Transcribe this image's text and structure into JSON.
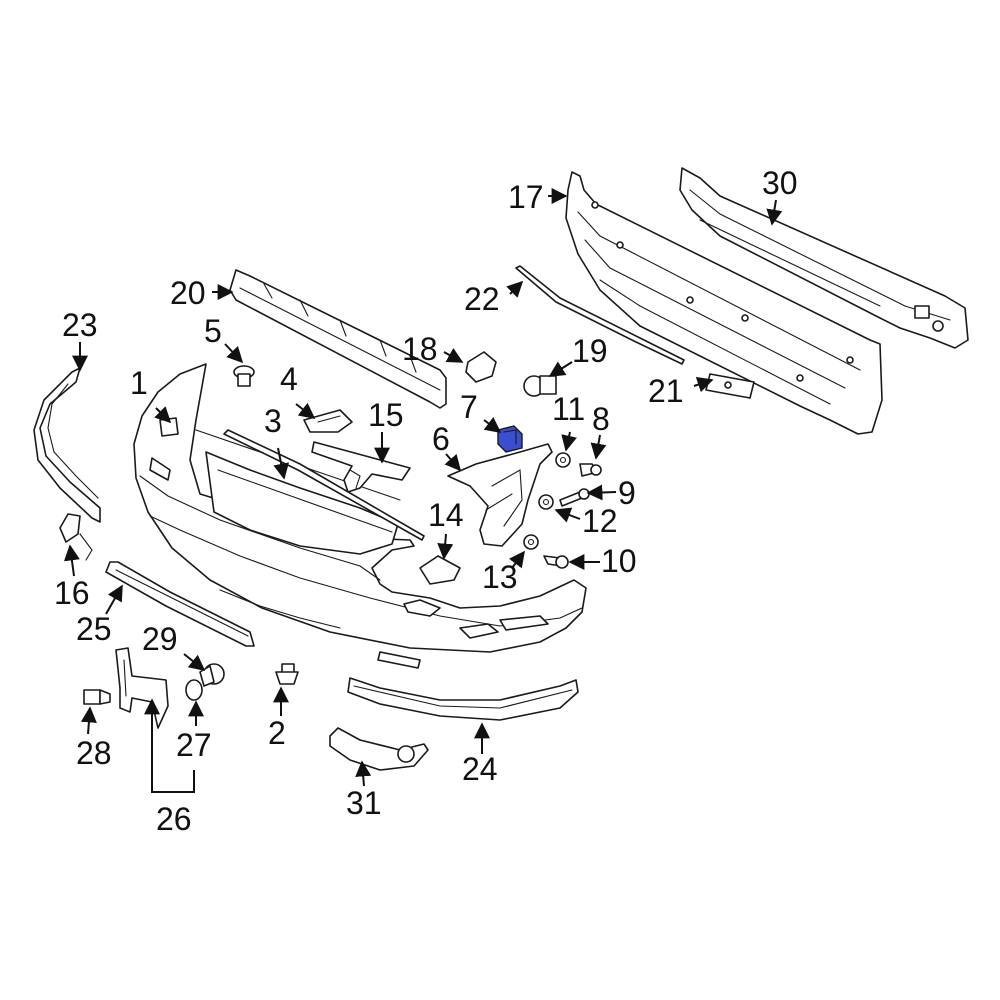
{
  "highlight_color": "#3a4fd0",
  "parts": [
    {
      "num": "1"
    },
    {
      "num": "2"
    },
    {
      "num": "3"
    },
    {
      "num": "4"
    },
    {
      "num": "5"
    },
    {
      "num": "6"
    },
    {
      "num": "7"
    },
    {
      "num": "8"
    },
    {
      "num": "9"
    },
    {
      "num": "10"
    },
    {
      "num": "11"
    },
    {
      "num": "12"
    },
    {
      "num": "13"
    },
    {
      "num": "14"
    },
    {
      "num": "15"
    },
    {
      "num": "16"
    },
    {
      "num": "17"
    },
    {
      "num": "18"
    },
    {
      "num": "19"
    },
    {
      "num": "20"
    },
    {
      "num": "21"
    },
    {
      "num": "22"
    },
    {
      "num": "23"
    },
    {
      "num": "24"
    },
    {
      "num": "25"
    },
    {
      "num": "26"
    },
    {
      "num": "27"
    },
    {
      "num": "28"
    },
    {
      "num": "29"
    },
    {
      "num": "30"
    },
    {
      "num": "31"
    }
  ]
}
